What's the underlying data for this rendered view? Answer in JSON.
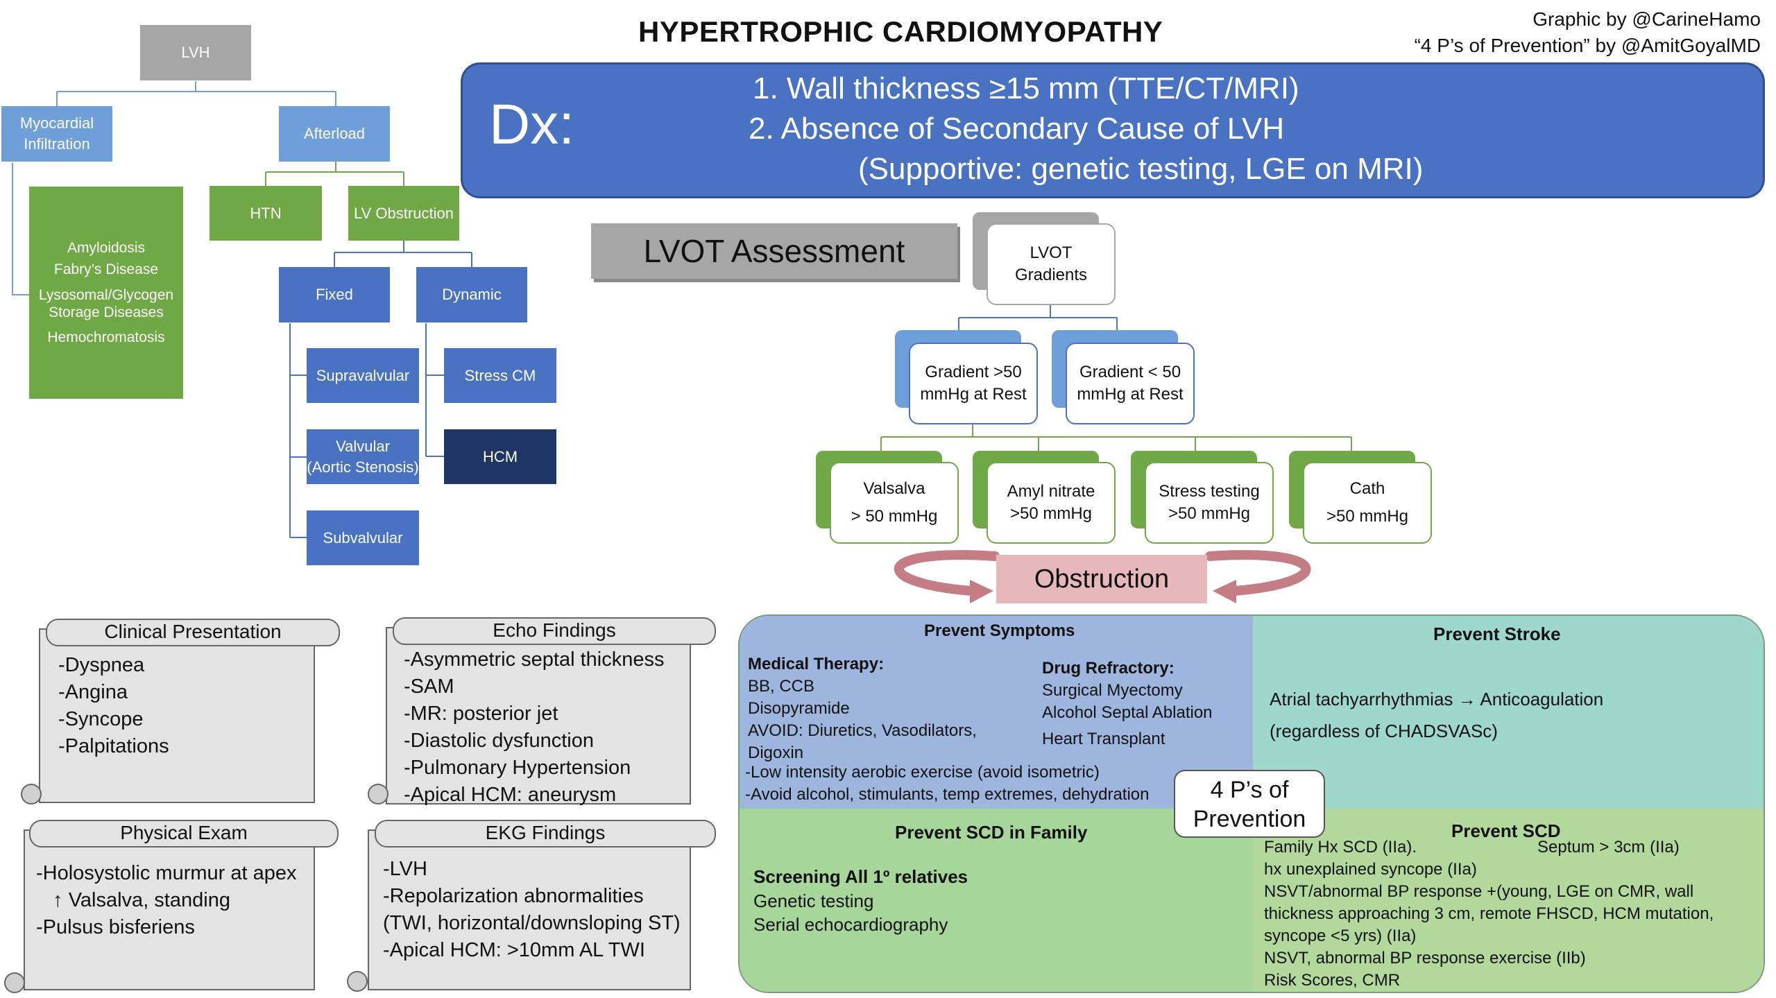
{
  "header": {
    "title": "HYPERTROPHIC CARDIOMYOPATHY",
    "credit_line1": "Graphic by @CarineHamo",
    "credit_line2": "“4 P’s of Prevention” by @AmitGoyalMD"
  },
  "dx": {
    "label": "Dx:",
    "line1": "1. Wall thickness  ≥15 mm (TTE/CT/MRI)",
    "line2": "2. Absence of Secondary Cause of LVH",
    "line3": "(Supportive: genetic testing, LGE on MRI)"
  },
  "lvh_tree": {
    "root": "LVH",
    "myocardial_line1": "Myocardial",
    "myocardial_line2": "Infiltration",
    "afterload": "Afterload",
    "infiltration_items": [
      "Amyloidosis",
      "Fabry’s Disease",
      "Lysosomal/Glycogen",
      "Storage Diseases",
      "Hemochromatosis"
    ],
    "htn": "HTN",
    "lv_obstruction": "LV Obstruction",
    "fixed": "Fixed",
    "dynamic": "Dynamic",
    "supravalvular": "Supravalvular",
    "valvular_line1": "Valvular",
    "valvular_line2": "(Aortic Stenosis)",
    "subvalvular": "Subvalvular",
    "stress_cm": "Stress CM",
    "hcm": "HCM"
  },
  "lvot": {
    "assessment": "LVOT Assessment",
    "gradients_line1": "LVOT",
    "gradients_line2": "Gradients",
    "grad_high_line1": "Gradient >50",
    "grad_high_line2": "mmHg at Rest",
    "grad_low_line1": "Gradient < 50",
    "grad_low_line2": "mmHg at Rest",
    "tests": [
      {
        "line1": "Valsalva",
        "line2": "> 50 mmHg"
      },
      {
        "line1": "Amyl nitrate",
        "line2": ">50 mmHg"
      },
      {
        "line1": "Stress testing",
        "line2": ">50 mmHg"
      },
      {
        "line1": "Cath",
        "line2": ">50 mmHg"
      }
    ],
    "obstruction": "Obstruction"
  },
  "scrolls": {
    "clinical": {
      "title": "Clinical Presentation",
      "items": [
        "-Dyspnea",
        "-Angina",
        "-Syncope",
        "-Palpitations"
      ]
    },
    "echo": {
      "title": "Echo Findings",
      "items": [
        "-Asymmetric septal thickness",
        "-SAM",
        "-MR: posterior jet",
        "-Diastolic dysfunction",
        "-Pulmonary Hypertension",
        "-Apical HCM: aneurysm"
      ]
    },
    "physical": {
      "title": "Physical Exam",
      "items": [
        "-Holosystolic murmur at apex",
        "   ↑ Valsalva, standing",
        "-Pulsus bisferiens"
      ]
    },
    "ekg": {
      "title": "EKG Findings",
      "items": [
        "-LVH",
        "-Repolarization abnormalities",
        "(TWI, horizontal/downsloping ST)",
        "-Apical HCM: >10mm AL TWI"
      ]
    }
  },
  "prevention": {
    "center_line1": "4 P’s of",
    "center_line2": "Prevention",
    "symptoms": {
      "title": "Prevent Symptoms",
      "medical_title": "Medical Therapy:",
      "medical_items": [
        "BB, CCB",
        "Disopyramide",
        "AVOID: Diuretics, Vasodilators,",
        "Digoxin"
      ],
      "refractory_title": "Drug Refractory:",
      "refractory_items": [
        "Surgical Myectomy",
        "Alcohol Septal Ablation",
        "Heart Transplant"
      ],
      "lifestyle": [
        "-Low intensity aerobic exercise (avoid isometric)",
        "-Avoid alcohol, stimulants, temp extremes, dehydration"
      ]
    },
    "stroke": {
      "title": "Prevent Stroke",
      "line1": "Atrial tachyarrhythmias → Anticoagulation",
      "line2": "(regardless of CHADSVASc)"
    },
    "family": {
      "title": "Prevent SCD in Family",
      "screening": "Screening All 1º relatives",
      "items": [
        "Genetic testing",
        "Serial echocardiography"
      ]
    },
    "scd": {
      "title": "Prevent SCD",
      "line1a": "Family Hx SCD (IIa).",
      "line1b": "Septum > 3cm (IIa)",
      "items": [
        "hx unexplained syncope (IIa)",
        "NSVT/abnormal BP response +(young, LGE on CMR, wall",
        "thickness approaching 3 cm, remote FHSCD, HCM mutation,",
        "syncope <5 yrs) (IIa)",
        "NSVT, abnormal BP response exercise (IIb)",
        "Risk Scores, CMR"
      ]
    }
  }
}
